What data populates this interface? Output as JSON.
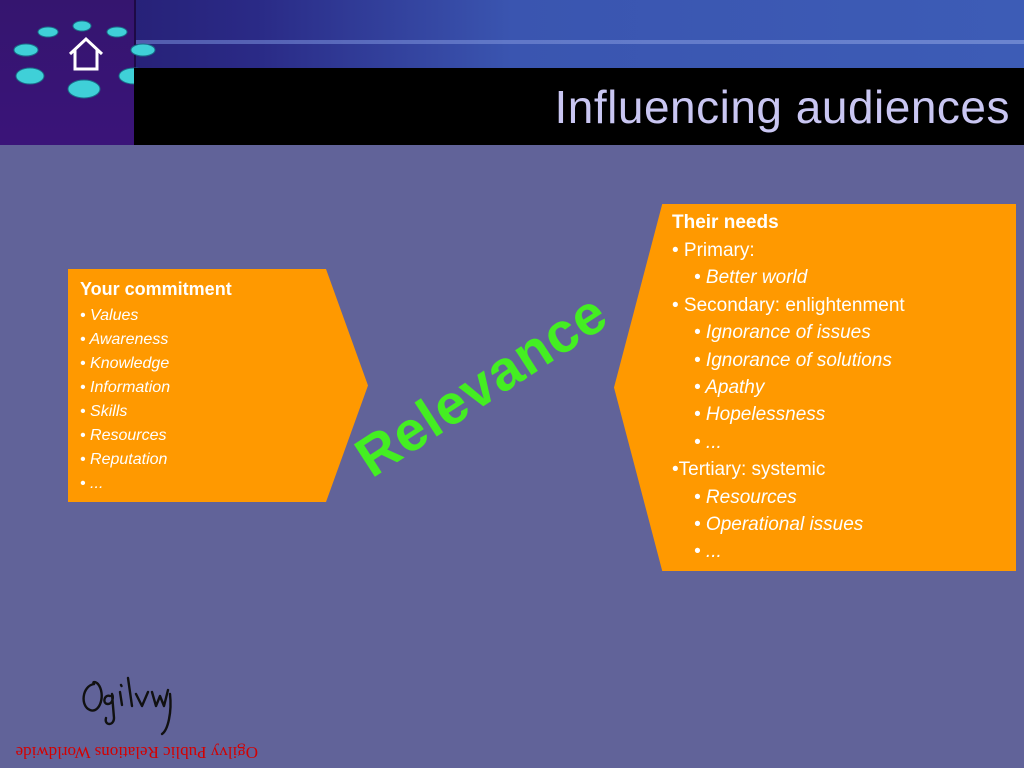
{
  "header": {
    "title": "Influencing audiences"
  },
  "left_box": {
    "heading": "Your commitment",
    "items": [
      "• Values",
      "• Awareness",
      "• Knowledge",
      "• Information",
      "• Skills",
      "• Resources",
      "• Reputation",
      "• ..."
    ]
  },
  "center_word": "Relevance",
  "right_box": {
    "heading": "Their needs",
    "items": [
      "• Primary:",
      "• Better world",
      "• Secondary: enlightenment",
      "• Ignorance of issues",
      "• Ignorance of solutions",
      "• Apathy",
      "• Hopelessness",
      "• ...",
      "•Tertiary: systemic",
      "• Resources",
      "• Operational issues",
      "• ..."
    ]
  },
  "footer": {
    "tagline": "Ogilvy Public Relations Worldwide"
  },
  "icons": {
    "logo_dots": "dot-ring-icon",
    "home": "home-icon",
    "signature": "ogilvy-signature-icon"
  },
  "colors": {
    "background": "#616399",
    "box": "#ff9900",
    "relevance": "#44ee22",
    "title": "#c9c6f2",
    "tagline": "#d40000"
  }
}
